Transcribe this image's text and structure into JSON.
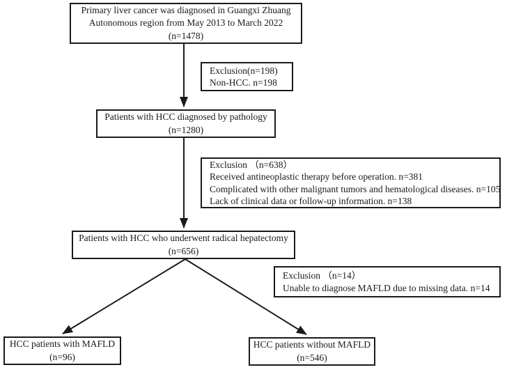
{
  "colors": {
    "border": "#1a1a1a",
    "text": "#1a1a1a",
    "background": "#ffffff",
    "arrow": "#1a1a1a"
  },
  "flow": {
    "top": {
      "lines": [
        "Primary liver cancer was diagnosed in Guangxi Zhuang",
        "Autonomous region from May 2013 to March 2022",
        "(n=1478)"
      ]
    },
    "excl_non_hcc": {
      "lines": [
        "Exclusion(n=198)",
        "Non-HCC. n=198"
      ]
    },
    "pathology": {
      "lines": [
        "Patients with HCC diagnosed by pathology",
        "(n=1280)"
      ]
    },
    "excl_pathology": {
      "lines": [
        "Exclusion （n=638）",
        "Received antineoplastic therapy before operation. n=381",
        "Complicated with other malignant tumors and hematological diseases. n=105",
        "Lack of clinical data or follow-up information. n=138"
      ]
    },
    "hepatectomy": {
      "lines": [
        "Patients with HCC who underwent radical hepatectomy",
        "(n=656)"
      ]
    },
    "excl_mafld": {
      "lines": [
        "Exclusion （n=14）",
        "Unable to diagnose MAFLD due to missing data. n=14"
      ]
    },
    "with_mafld": {
      "lines": [
        "HCC patients with MAFLD",
        "(n=96)"
      ]
    },
    "without_mafld": {
      "lines": [
        "HCC patients without MAFLD",
        "(n=546)"
      ]
    }
  }
}
